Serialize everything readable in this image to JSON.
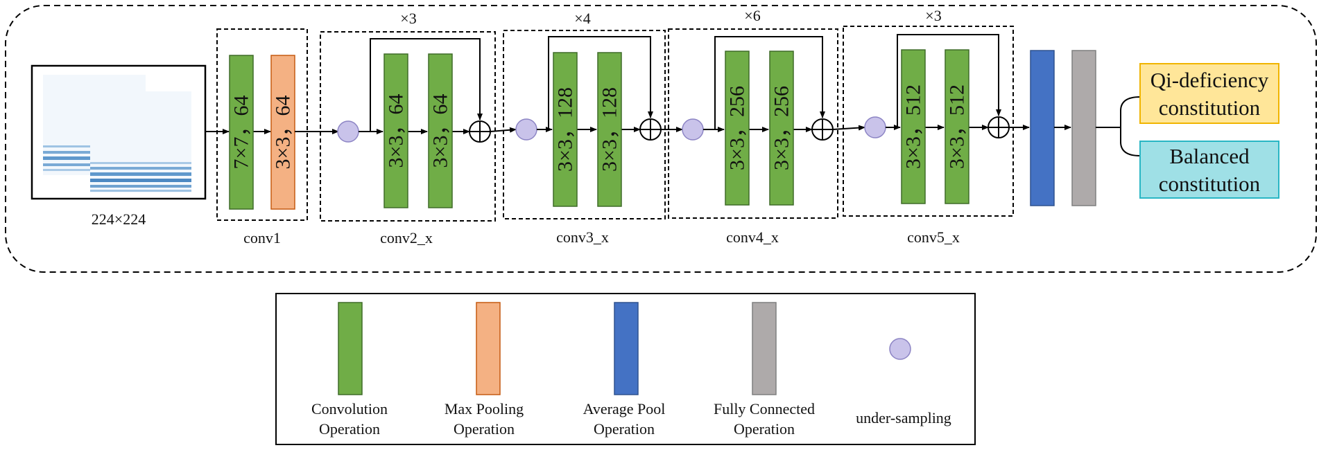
{
  "input": {
    "size_label": "224×224"
  },
  "blocks": {
    "conv1": {
      "label": "conv1",
      "conv_text": "7×7，64",
      "pool_text": "3×3，64"
    },
    "conv2": {
      "label": "conv2_x",
      "repeat": "×3",
      "text_a": "3×3，64",
      "text_b": "3×3，64"
    },
    "conv3": {
      "label": "conv3_x",
      "repeat": "×4",
      "text_a": "3×3，128",
      "text_b": "3×3，128"
    },
    "conv4": {
      "label": "conv4_x",
      "repeat": "×6",
      "text_a": "3×3，256",
      "text_b": "3×3，256"
    },
    "conv5": {
      "label": "conv5_x",
      "repeat": "×3",
      "text_a": "3×3，512",
      "text_b": "3×3，512"
    }
  },
  "outputs": {
    "qi_line1": "Qi-deficiency",
    "qi_line2": "constitution",
    "balanced_line1": "Balanced",
    "balanced_line2": "constitution"
  },
  "legend": {
    "conv_line1": "Convolution",
    "conv_line2": "Operation",
    "maxpool_line1": "Max Pooling",
    "maxpool_line2": "Operation",
    "avgpool_line1": "Average Pool",
    "avgpool_line2": "Operation",
    "fc_line1": "Fully Connected",
    "fc_line2": "Operation",
    "undersample": "under-sampling"
  },
  "colors": {
    "conv": "#70ad47",
    "conv_stroke": "#3f6b28",
    "maxpool": "#f4b183",
    "maxpool_stroke": "#c55a11",
    "avgpool": "#4472c4",
    "fc": "#aeaaaa",
    "undersample": "#c9c3ea",
    "qi_box": "#ffe699",
    "qi_stroke": "#f0b400",
    "balanced_box": "#9fe0e6",
    "balanced_stroke": "#29b6c4"
  }
}
